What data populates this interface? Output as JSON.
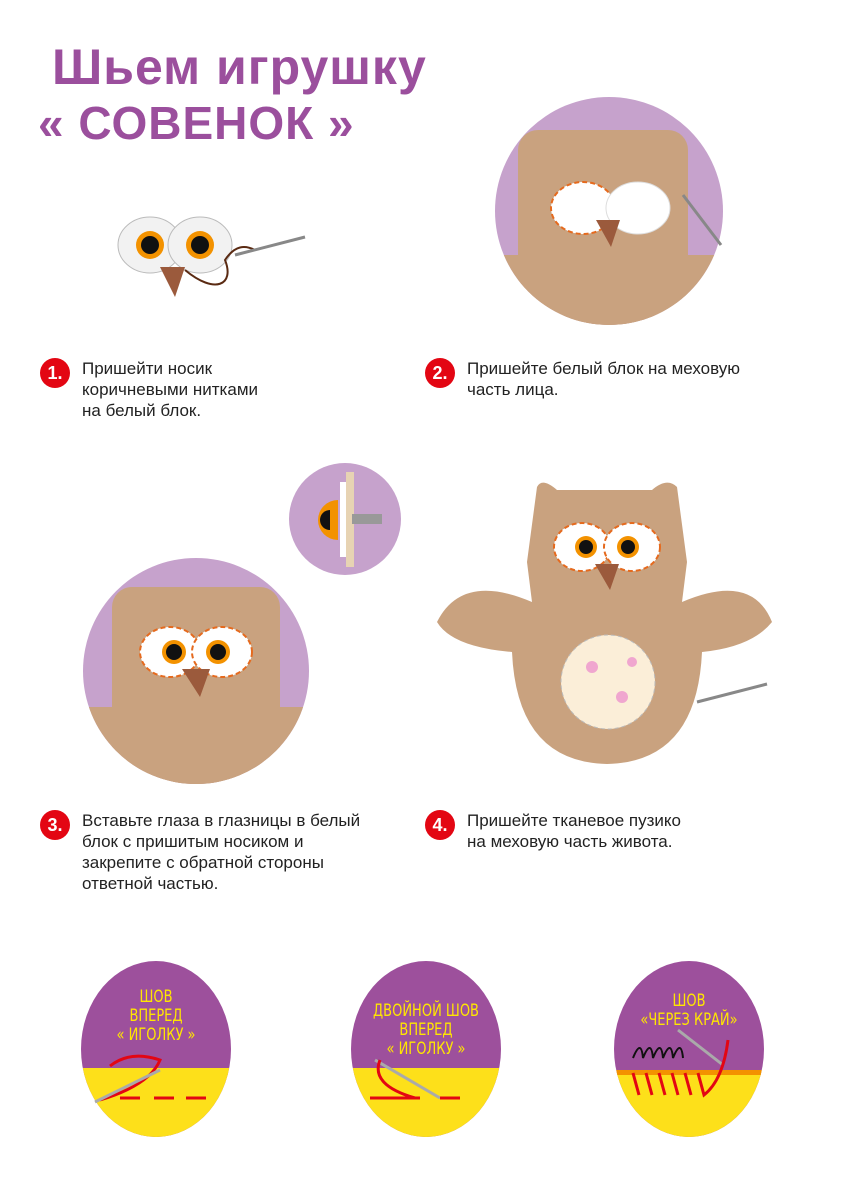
{
  "title": {
    "line1": "Шьем игрушку",
    "line2": "« СОВЕНОК »"
  },
  "steps": [
    {
      "num": "1.",
      "text": "Пришейти носик\nкоричневыми нитками\nна белый блок."
    },
    {
      "num": "2.",
      "text": "Пришейте белый блок на меховую\nчасть лица."
    },
    {
      "num": "3.",
      "text": "Вставьте глаза в глазницы в белый\nблок с пришитым носиком и\nзакрепите с обратной стороны\nответной частью."
    },
    {
      "num": "4.",
      "text": "Пришейте тканевое пузико\nна меховую часть живота."
    }
  ],
  "stitches": [
    {
      "label": "ШОВ\nВПЕРЕД\n« ИГОЛКУ »"
    },
    {
      "label": "ДВОЙНОЙ ШОВ\nВПЕРЕД\n« ИГОЛКУ »"
    },
    {
      "label": "ШОВ\n«ЧЕРЕЗ КРАЙ»"
    }
  ],
  "colors": {
    "purple": "#9d509c",
    "lilac": "#c6a2cc",
    "fur": "#c9a27f",
    "red": "#e30613",
    "yellow": "#fde01a"
  }
}
